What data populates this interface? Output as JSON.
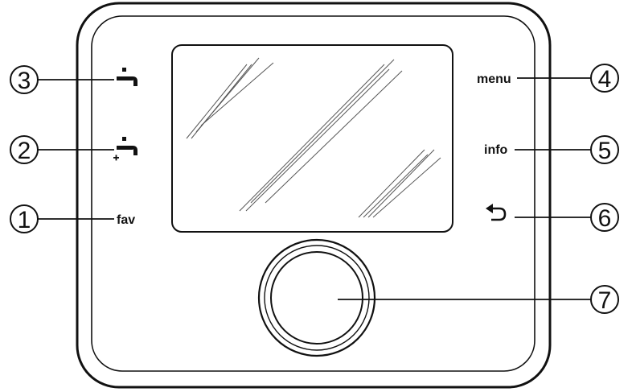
{
  "buttons": {
    "fav": {
      "label": "fav",
      "callout": "1"
    },
    "dhw_once": {
      "icon": "tap-plus-icon",
      "callout": "2"
    },
    "dhw": {
      "icon": "tap-icon",
      "callout": "3"
    },
    "menu": {
      "label": "menu",
      "callout": "4"
    },
    "info": {
      "label": "info",
      "callout": "5"
    },
    "back": {
      "icon": "back-arrow-icon",
      "callout": "6"
    },
    "knob": {
      "icon": "rotary-knob",
      "callout": "7"
    }
  }
}
